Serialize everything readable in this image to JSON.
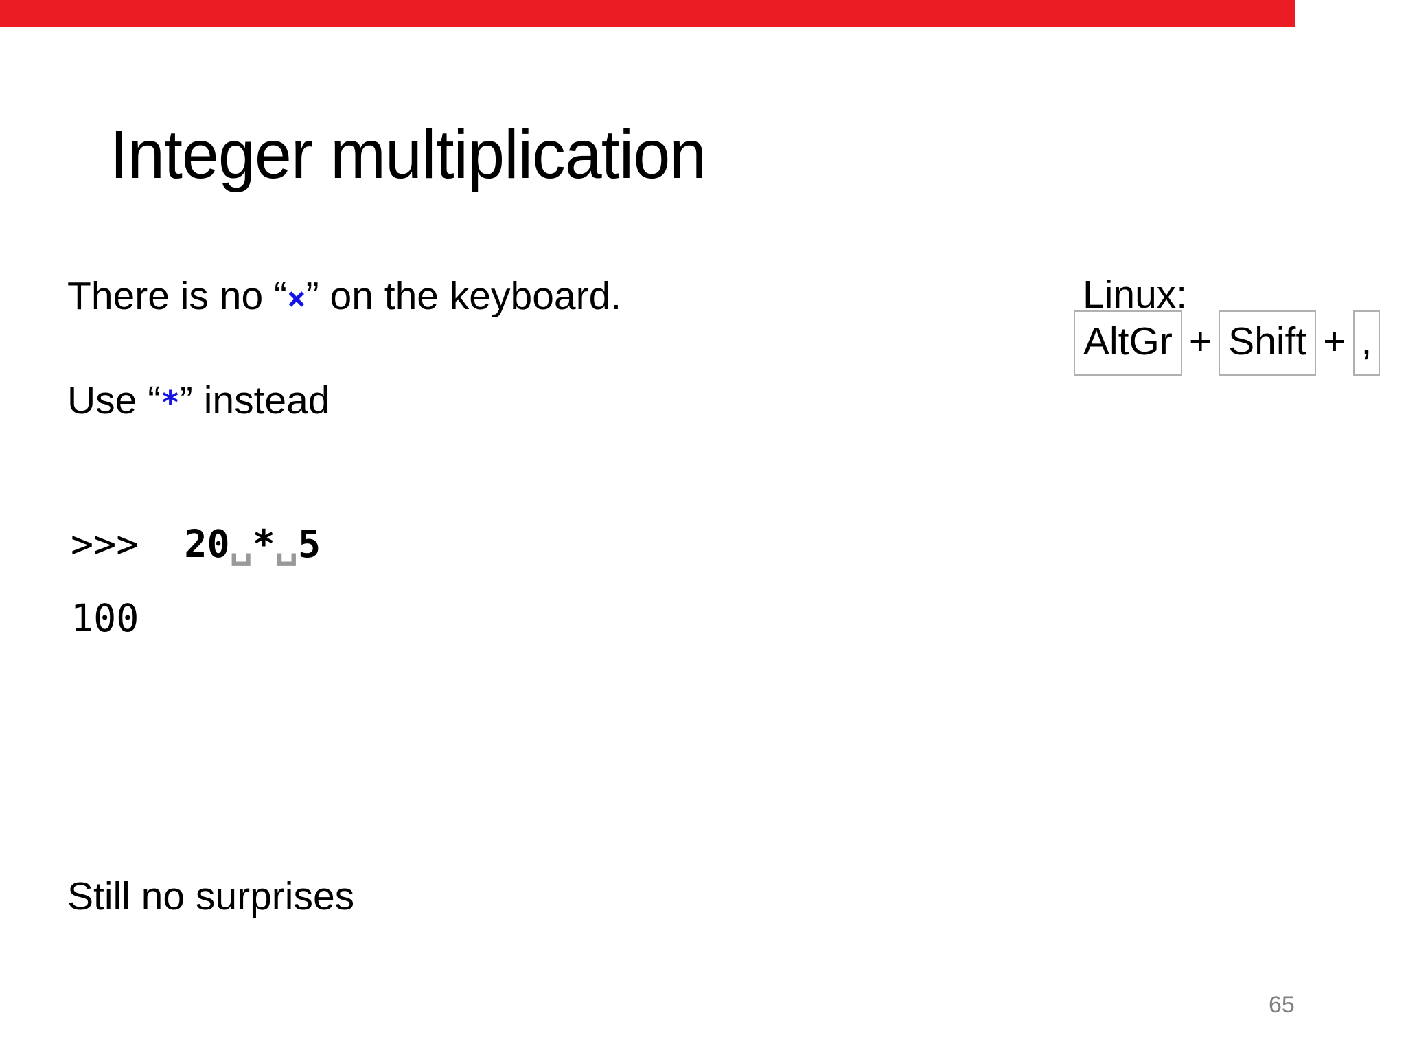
{
  "slide": {
    "title": "Integer multiplication",
    "page_number": "65"
  },
  "progress_bar": {
    "color": "#ec1c24",
    "fraction_of_width": 0.92
  },
  "bullets": {
    "line1_prefix": "There is no “",
    "line1_symbol": "×",
    "line1_suffix": "” on the keyboard.",
    "line2_prefix": "Use “",
    "line2_symbol": "*",
    "line2_suffix": "” instead",
    "note": "Still no surprises"
  },
  "linux_shortcut": {
    "label": "Linux:",
    "keys": [
      "AltGr",
      "Shift",
      ","
    ],
    "separator": "+"
  },
  "code": {
    "prompt": ">>>",
    "input": [
      "20",
      "␣",
      "*",
      "␣",
      "5"
    ],
    "output": "100"
  },
  "colors": {
    "symbol_blue": "#1414e6",
    "space_marker_gray": "#999999",
    "key_border_gray": "#b0b0b0",
    "page_number_gray": "#808080",
    "progress_red": "#ec1c24",
    "text_black": "#000000",
    "background": "#ffffff"
  }
}
